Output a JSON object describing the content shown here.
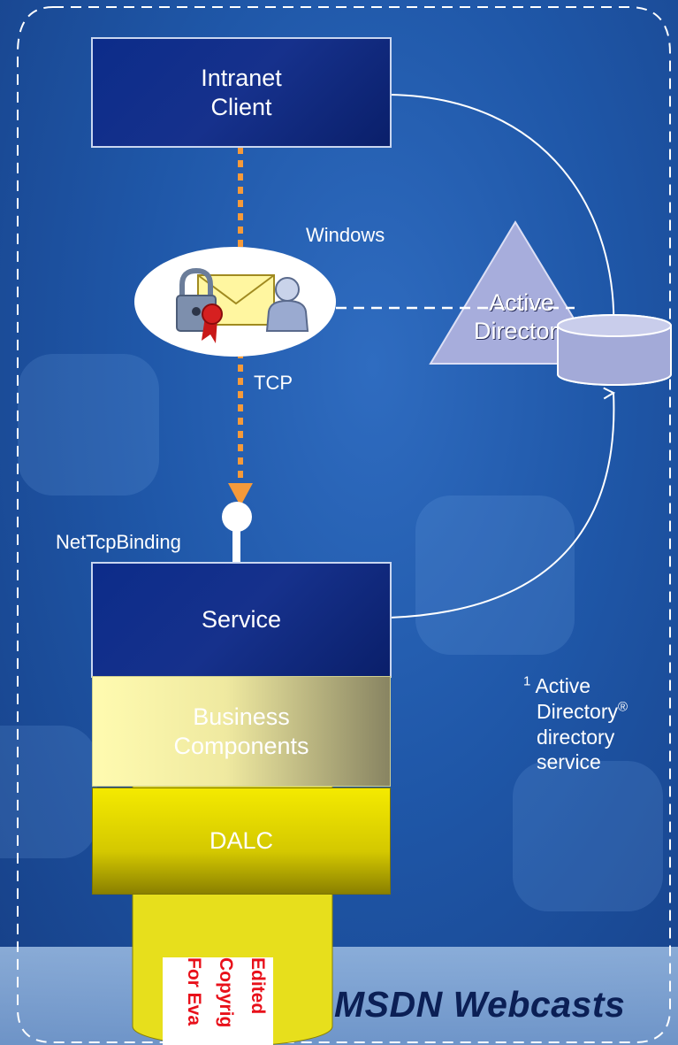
{
  "nodes": {
    "intranet_client": "Intranet\nClient",
    "service": "Service",
    "business_components": "Business\nComponents",
    "dalc": "DALC",
    "active_directory": "Active\nDirectory"
  },
  "labels": {
    "windows": "Windows",
    "tcp": "TCP",
    "binding": "NetTcpBinding"
  },
  "note": {
    "marker": "1",
    "line1": "Active",
    "line2": "Directory",
    "trademark": "®",
    "line3": "directory",
    "line4": "service"
  },
  "watermark": {
    "line1": "Edited",
    "line2": "Copyrig",
    "line3": "For Eva"
  },
  "logo": "MSDN Webcasts",
  "colors": {
    "background": "#1f57a8",
    "dark_box": "#0c2c8a",
    "business_box": "#efe9a0",
    "dalc_box": "#e6dc00",
    "flow_arrow": "#f59a3a",
    "connector": "#ffffff",
    "triangle": "#a7addc",
    "watermark_text": "#e8101a"
  },
  "icons": [
    "padlock-icon",
    "envelope-icon",
    "certificate-ribbon-icon",
    "user-icon",
    "database-icon"
  ]
}
